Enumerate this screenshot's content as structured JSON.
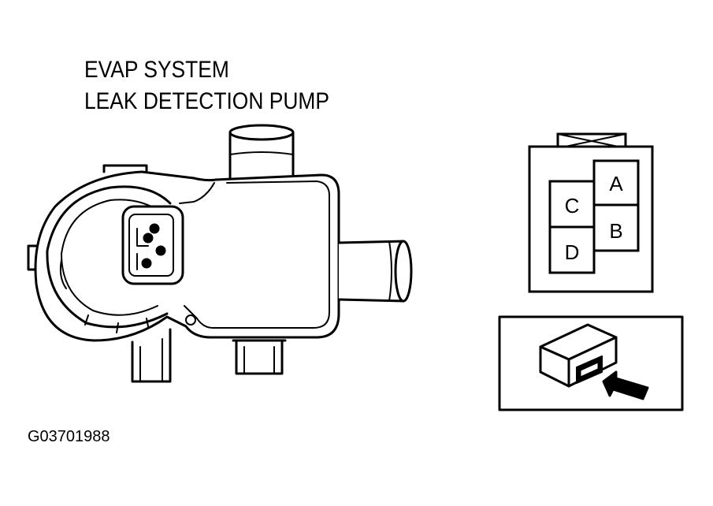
{
  "title": {
    "line1": "EVAP SYSTEM",
    "line2": "LEAK DETECTION PUMP"
  },
  "figure_id": "G03701988",
  "connector": {
    "pins": [
      "A",
      "B",
      "C",
      "D"
    ]
  },
  "icons": {
    "pump": "leak-detection-pump",
    "connector_face": "connector-terminal-view",
    "view_direction": "view-direction-arrow"
  },
  "colors": {
    "line": "#000000",
    "background": "#ffffff"
  }
}
